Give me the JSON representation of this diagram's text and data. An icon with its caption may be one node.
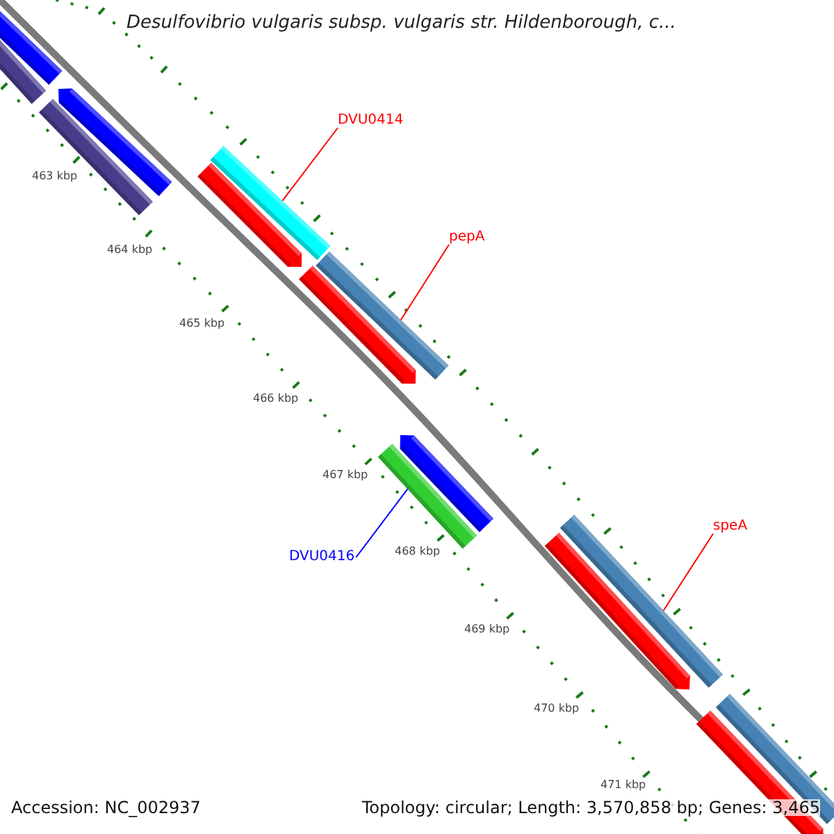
{
  "diagram": {
    "title": "Desulfovibrio vulgaris subsp. vulgaris str. Hildenborough, c...",
    "nodes": [
      {
        "text": [
          "DVU0414"
        ]
      },
      {
        "text": [],
        "shape": "bar"
      },
      {
        "text": [
          "pepA"
        ]
      },
      {
        "text": [],
        "shape": "bar"
      },
      {
        "text": [
          "DVU0416"
        ]
      },
      {
        "text": [],
        "shape": "bar"
      },
      {
        "text": [
          "speA"
        ]
      },
      {
        "text": [],
        "shape": "bar"
      },
      {
        "text": [],
        "shape": "bar"
      },
      {
        "text": [],
        "shape": "bar"
      },
      {
        "text": [],
        "shape": "bar"
      },
      {
        "text": [],
        "shape": "bar"
      },
      {
        "text": [],
        "shape": "bar"
      },
      {
        "text": [],
        "shape": "bar"
      },
      {
        "text": [],
        "shape": "bar"
      },
      {
        "text": [],
        "shape": "bar"
      },
      {
        "text": [],
        "shape": "bar"
      },
      {
        "text": [],
        "shape": "bar"
      }
    ],
    "edges": [
      {
        "from": 0,
        "to": 1,
        "arrow": "none"
      },
      {
        "from": 2,
        "to": 3,
        "arrow": "none"
      },
      {
        "from": 4,
        "to": 5,
        "arrow": "none",
        "color": "#0000ff"
      },
      {
        "from": 6,
        "to": 7,
        "arrow": "none"
      }
    ],
    "labels": [
      "463 kbp",
      "464 kbp",
      "465 kbp",
      "466 kbp",
      "467 kbp",
      "468 kbp",
      "469 kbp",
      "470 kbp",
      "471 kbp",
      "Accession: NC_002937",
      "Topology: circular; Length: 3,570,858 bp; Genes: 3,465"
    ]
  }
}
